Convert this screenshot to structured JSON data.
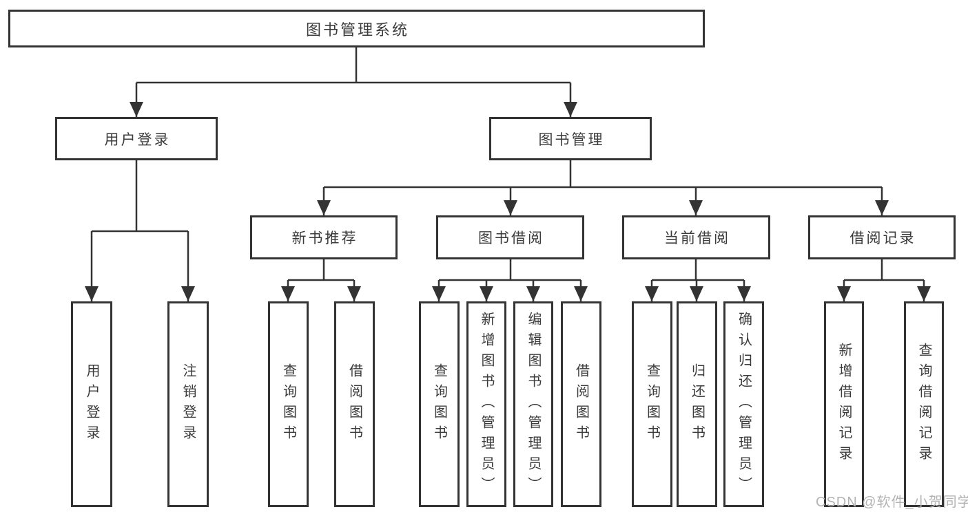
{
  "root": {
    "label": "图书管理系统"
  },
  "level2": {
    "user_login": "用户登录",
    "book_mgmt": "图书管理"
  },
  "level3": {
    "new_books": "新书推荐",
    "book_borrow": "图书借阅",
    "current_borrow": "当前借阅",
    "borrow_records": "借阅记录"
  },
  "leaves": {
    "login_user": "用户登录",
    "logout": "注销登录",
    "nb_query": "查询图书",
    "nb_borrow": "借阅图书",
    "bb_query": "查询图书",
    "bb_add": "新增图书（管理员）",
    "bb_edit": "编辑图书（管理员）",
    "bb_borrow": "借阅图书",
    "cb_query": "查询图书",
    "cb_return": "归还图书",
    "cb_confirm": "确认归还（管理员）",
    "br_add": "新增借阅记录",
    "br_query": "查询借阅记录"
  },
  "watermark": "CSDN @软件_小贺同学",
  "colors": {
    "line": "#333333",
    "text": "#3b3b3b",
    "watermark": "#b3b3b3",
    "background": "#ffffff"
  }
}
